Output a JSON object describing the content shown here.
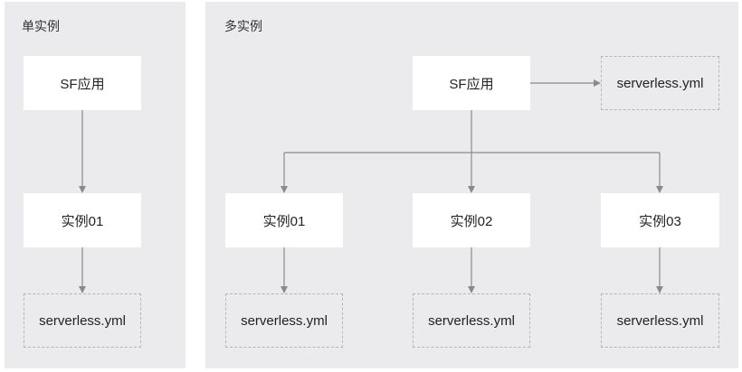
{
  "single": {
    "title": "单实例",
    "app": "SF应用",
    "instance": "实例01",
    "config": "serverless.yml"
  },
  "multi": {
    "title": "多实例",
    "app": "SF应用",
    "app_config": "serverless.yml",
    "instances": [
      {
        "label": "实例01",
        "config": "serverless.yml"
      },
      {
        "label": "实例02",
        "config": "serverless.yml"
      },
      {
        "label": "实例03",
        "config": "serverless.yml"
      }
    ]
  },
  "colors": {
    "panel_bg": "#ebebed",
    "box_bg": "#ffffff",
    "line": "#8a8a8a",
    "dashed_border": "#b5b5b5"
  }
}
